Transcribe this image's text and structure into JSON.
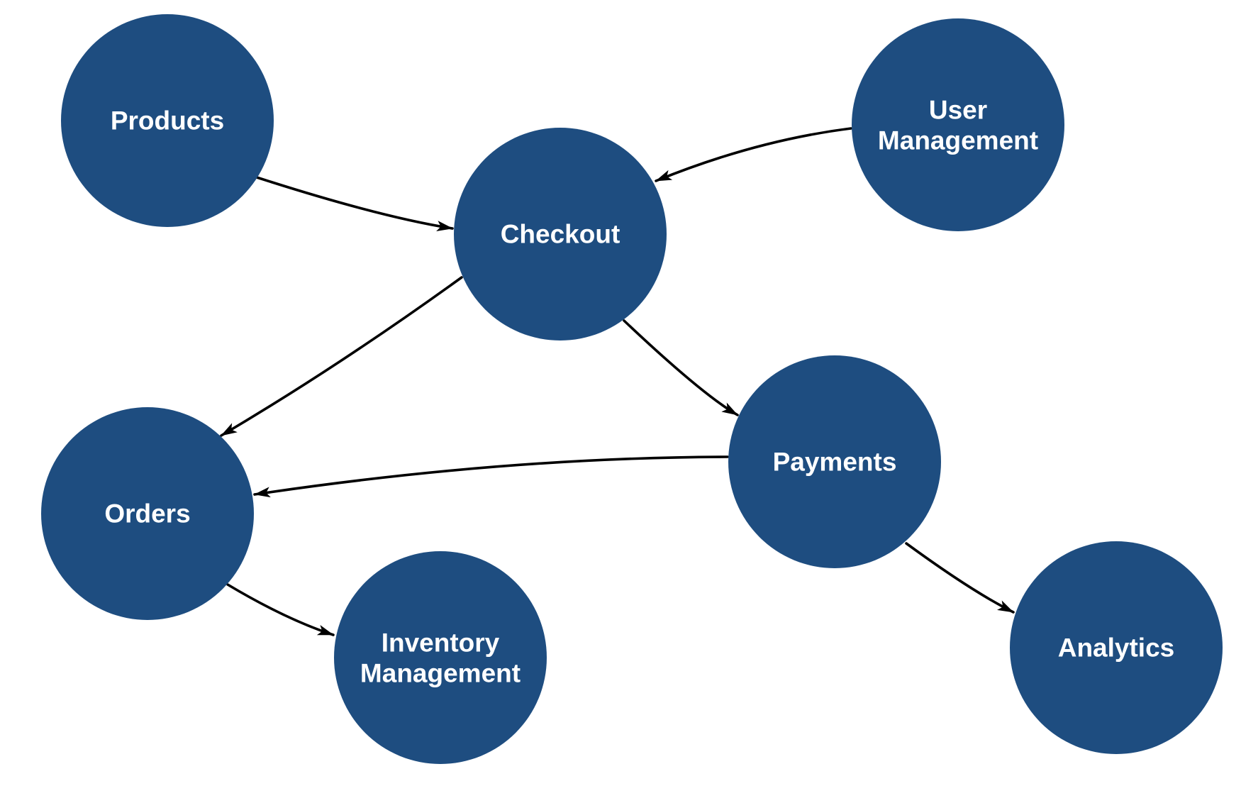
{
  "theme": {
    "background": "#ffffff",
    "node_fill": "#1e4d80",
    "node_label_color": "#ffffff",
    "edge_color": "#000000"
  },
  "diagram": {
    "type": "directed-graph",
    "nodes": [
      {
        "id": "products",
        "label": "Products",
        "lines": [
          "Products"
        ]
      },
      {
        "id": "user-management",
        "label": "User Management",
        "lines": [
          "User",
          "Management"
        ]
      },
      {
        "id": "checkout",
        "label": "Checkout",
        "lines": [
          "Checkout"
        ]
      },
      {
        "id": "orders",
        "label": "Orders",
        "lines": [
          "Orders"
        ]
      },
      {
        "id": "payments",
        "label": "Payments",
        "lines": [
          "Payments"
        ]
      },
      {
        "id": "inventory-management",
        "label": "Inventory Management",
        "lines": [
          "Inventory",
          "Management"
        ]
      },
      {
        "id": "analytics",
        "label": "Analytics",
        "lines": [
          "Analytics"
        ]
      }
    ],
    "edges": [
      {
        "from": "Products",
        "to": "Checkout"
      },
      {
        "from": "User Management",
        "to": "Checkout"
      },
      {
        "from": "Checkout",
        "to": "Payments"
      },
      {
        "from": "Checkout",
        "to": "Orders"
      },
      {
        "from": "Payments",
        "to": "Orders"
      },
      {
        "from": "Orders",
        "to": "Inventory Management"
      },
      {
        "from": "Payments",
        "to": "Analytics"
      }
    ]
  }
}
